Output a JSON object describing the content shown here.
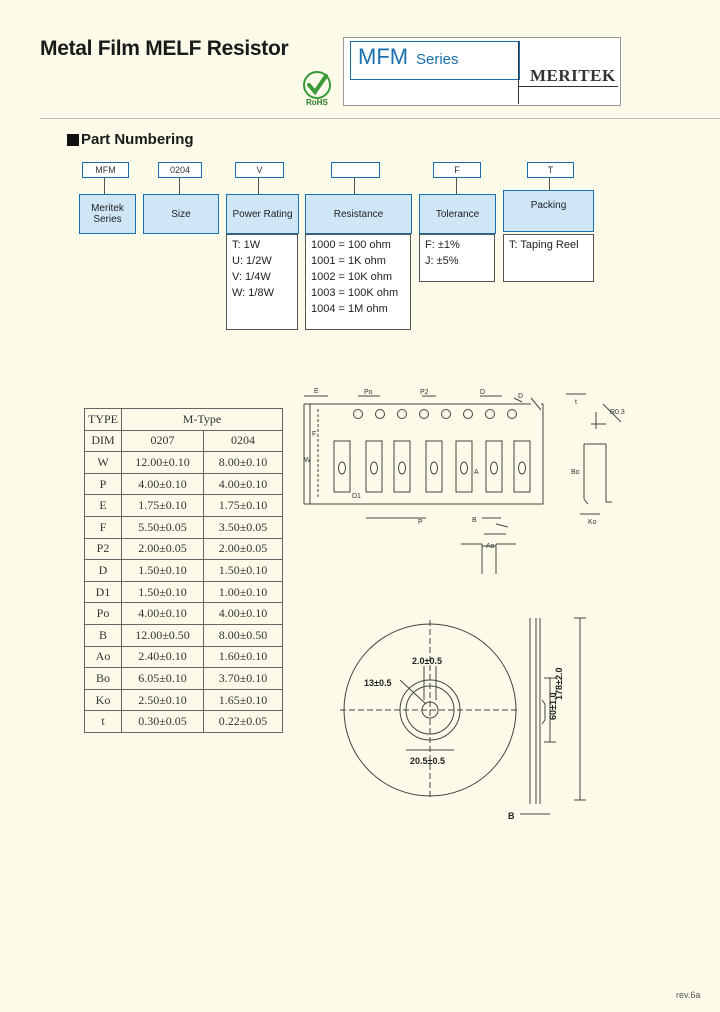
{
  "header": {
    "title": "Metal Film MELF Resistor",
    "rohs": "RoHS",
    "series_code": "MFM",
    "series_word": "Series",
    "brand": "MERITEK"
  },
  "part_numbering": {
    "heading": "Part Numbering",
    "codes": [
      "MFM",
      "0204",
      "V",
      "",
      "F",
      "T"
    ],
    "fields": [
      "Meritek Series",
      "Size",
      "Power Rating",
      "Resistance",
      "Tolerance",
      "Packing"
    ],
    "power_options": [
      "T: 1W",
      "U: 1/2W",
      "V: 1/4W",
      "W: 1/8W"
    ],
    "resistance_options": [
      "1000 = 100 ohm",
      "1001 = 1K ohm",
      "1002 = 10K ohm",
      "1003 = 100K ohm",
      "1004 = 1M ohm"
    ],
    "tolerance_options": [
      "F: ±1%",
      "J: ±5%"
    ],
    "packing_options": [
      "T: Taping Reel"
    ]
  },
  "dim_table": {
    "type_label": "TYPE",
    "type_value": "M-Type",
    "dim_label": "DIM",
    "col1": "0207",
    "col2": "0204",
    "rows": [
      {
        "dim": "W",
        "a": "12.00±0.10",
        "b": "8.00±0.10"
      },
      {
        "dim": "P",
        "a": "4.00±0.10",
        "b": "4.00±0.10"
      },
      {
        "dim": "E",
        "a": "1.75±0.10",
        "b": "1.75±0.10"
      },
      {
        "dim": "F",
        "a": "5.50±0.05",
        "b": "3.50±0.05"
      },
      {
        "dim": "P2",
        "a": "2.00±0.05",
        "b": "2.00±0.05"
      },
      {
        "dim": "D",
        "a": "1.50±0.10",
        "b": "1.50±0.10"
      },
      {
        "dim": "D1",
        "a": "1.50±0.10",
        "b": "1.00±0.10"
      },
      {
        "dim": "Po",
        "a": "4.00±0.10",
        "b": "4.00±0.10"
      },
      {
        "dim": "B",
        "a": "12.00±0.50",
        "b": "8.00±0.50"
      },
      {
        "dim": "Ao",
        "a": "2.40±0.10",
        "b": "1.60±0.10"
      },
      {
        "dim": "Bo",
        "a": "6.05±0.10",
        "b": "3.70±0.10"
      },
      {
        "dim": "Ko",
        "a": "2.50±0.10",
        "b": "1.65±0.10"
      },
      {
        "dim": "t",
        "a": "0.30±0.05",
        "b": "0.22±0.05"
      }
    ]
  },
  "tape_diagram": {
    "labels": {
      "E": "E",
      "Po": "Po",
      "P2": "P2",
      "D": "D",
      "F": "F",
      "W": "W",
      "D1": "D1",
      "P": "P",
      "B": "B",
      "Ao": "Ao",
      "Bo": "Bo",
      "Ko": "Ko",
      "t": "t",
      "A": "A",
      "Ro": "R0.3"
    }
  },
  "reel_diagram": {
    "hub_slot": "2.0±0.5",
    "hub_dia": "13±0.5",
    "hub_outer": "20.5±0.5",
    "reel_dia": "178±2.0",
    "hub_width": "60±1.0",
    "width_label": "B"
  },
  "footer": {
    "revision": "rev.6a"
  }
}
